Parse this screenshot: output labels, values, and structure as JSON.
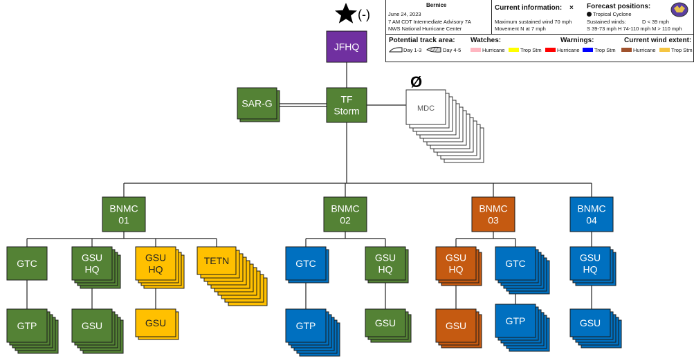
{
  "header": {
    "commander_marker": "(-)"
  },
  "nodes": {
    "jfhq": "JFHQ",
    "tf_storm": "TF\nStorm",
    "sar_g": "SAR-G",
    "mdc": "MDC",
    "mdc_marker": "Ø",
    "bnmc01": "BNMC\n01",
    "bnmc02": "BNMC\n02",
    "bnmc03": "BNMC\n03",
    "bnmc04": "BNMC\n04",
    "b01_gtc": "GTC",
    "b01_gsuhq_a": "GSU\nHQ",
    "b01_gsuhq_b": "GSU\nHQ",
    "b01_tetn": "TETN",
    "b01_gtp": "GTP",
    "b01_gsu_a": "GSU",
    "b01_gsu_b": "GSU",
    "b02_gtc": "GTC",
    "b02_gsuhq": "GSU\nHQ",
    "b02_gtp": "GTP",
    "b02_gsu": "GSU",
    "b03_gsuhq": "GSU\nHQ",
    "b03_gtc": "GTC",
    "b03_gsu": "GSU",
    "b03_gtp": "GTP",
    "b04_gsuhq": "GSU\nHQ",
    "b04_gsu": "GSU"
  },
  "colors": {
    "green": "#548235",
    "purple": "#7030a0",
    "orange": "#c55a11",
    "blue": "#0070c0",
    "yellow": "#ffc000"
  },
  "legend": {
    "storm_name": "Bernice",
    "date": "June 24, 2023",
    "advisory": "7 AM CDT Intermediate Advisory 7A",
    "center": "NWS National Hurricane Center",
    "current_info_title": "Current information:",
    "current_info_marker": "×",
    "max_wind": "Maximum sustained wind 70 mph",
    "movement": "Movement N at 7 mph",
    "forecast_title": "Forecast positions:",
    "tropical_cyclone": "Tropical Cyclone",
    "sustained_winds": "Sustained winds:",
    "d_range": "D < 39 mph",
    "scale_ranges": "S 39-73 mph  H 74-110 mph  M > 110 mph",
    "track_title": "Potential track area:",
    "day13": "Day 1-3",
    "day45": "Day 4-5",
    "watches_title": "Watches:",
    "warnings_title": "Warnings:",
    "wind_title": "Current wind extent:",
    "hurricane": "Hurricane",
    "trop_stm": "Trop Stm",
    "swatch_watch_hurricane": "#ffb6c1",
    "swatch_watch_tropstm": "#ffff00",
    "swatch_warn_hurricane": "#ff0000",
    "swatch_warn_tropstm": "#0000ff",
    "swatch_wind_hurricane": "#a0522d",
    "swatch_wind_tropstm": "#f5c542"
  }
}
